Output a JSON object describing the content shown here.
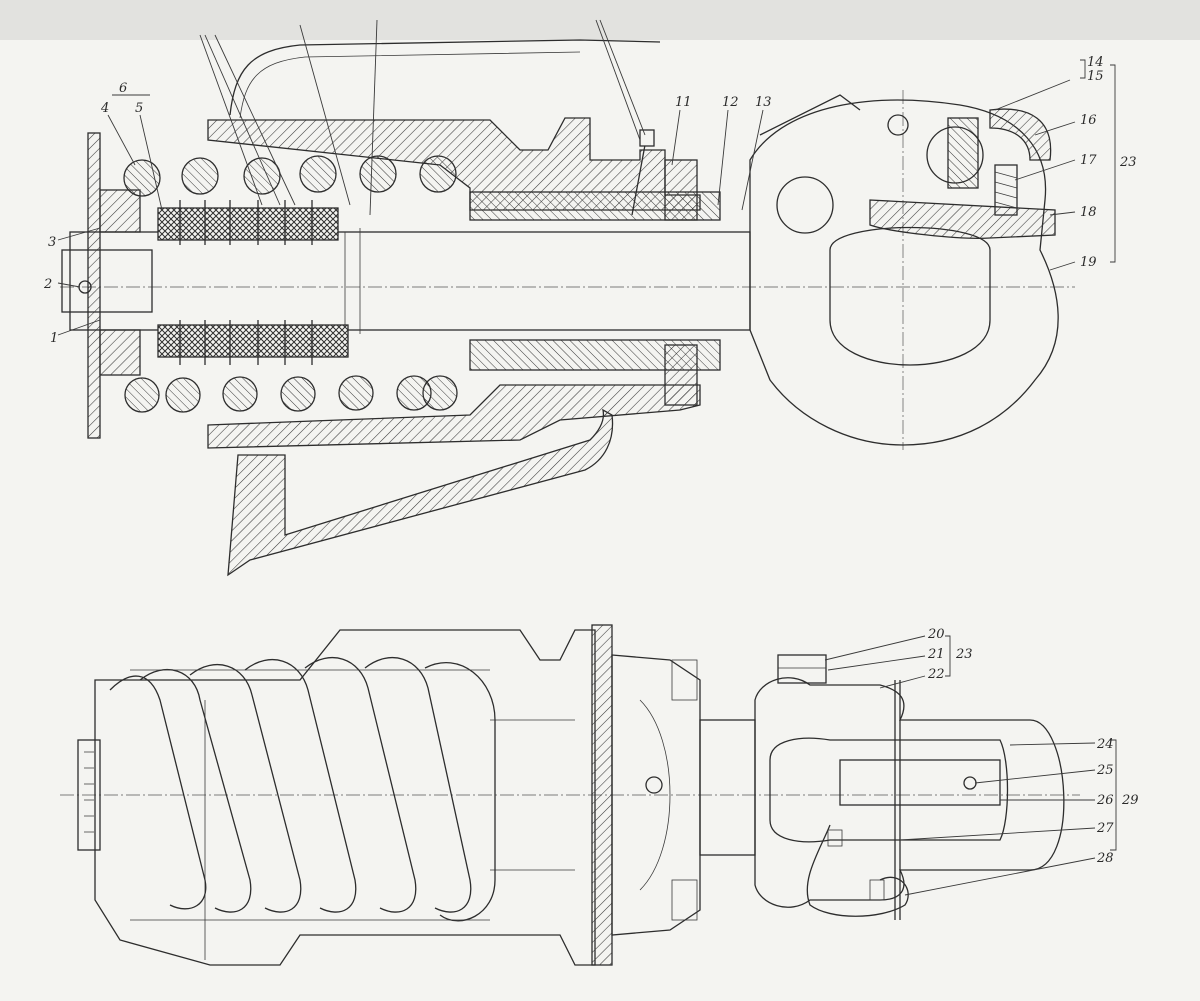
{
  "figure": {
    "colors": {
      "ink": "#2d2d2d",
      "paper": "#f4f4f1"
    },
    "top_view_callouts": [
      {
        "id": "c1",
        "label": "1"
      },
      {
        "id": "c2",
        "label": "2"
      },
      {
        "id": "c3",
        "label": "3"
      },
      {
        "id": "c4",
        "label": "4"
      },
      {
        "id": "c5",
        "label": "5"
      },
      {
        "id": "c6",
        "label": "6"
      },
      {
        "id": "c11",
        "label": "11"
      },
      {
        "id": "c12",
        "label": "12"
      },
      {
        "id": "c13",
        "label": "13"
      },
      {
        "id": "c14",
        "label": "14"
      },
      {
        "id": "c15",
        "label": "15"
      },
      {
        "id": "c16",
        "label": "16"
      },
      {
        "id": "c17",
        "label": "17"
      },
      {
        "id": "c18",
        "label": "18"
      },
      {
        "id": "c19",
        "label": "19"
      },
      {
        "id": "c23a",
        "label": "23"
      }
    ],
    "bottom_view_callouts": [
      {
        "id": "c20",
        "label": "20"
      },
      {
        "id": "c21",
        "label": "21"
      },
      {
        "id": "c22",
        "label": "22"
      },
      {
        "id": "c23b",
        "label": "23"
      },
      {
        "id": "c24",
        "label": "24"
      },
      {
        "id": "c25",
        "label": "25"
      },
      {
        "id": "c26",
        "label": "26"
      },
      {
        "id": "c27",
        "label": "27"
      },
      {
        "id": "c28",
        "label": "28"
      },
      {
        "id": "c29",
        "label": "29"
      }
    ]
  }
}
